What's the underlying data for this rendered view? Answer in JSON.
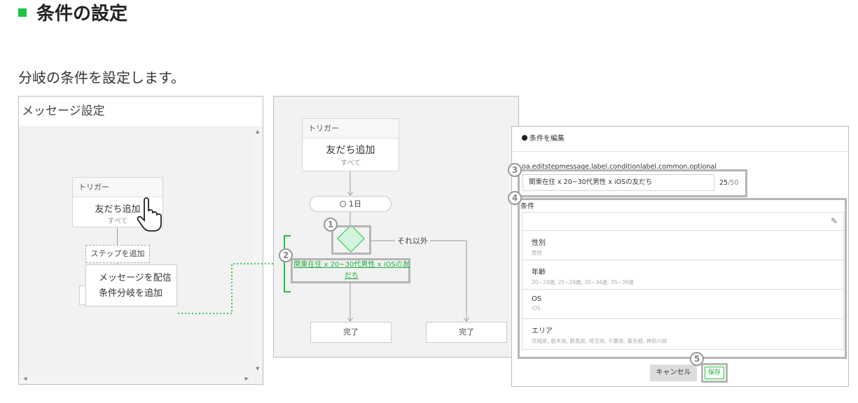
{
  "heading": {
    "title": "条件の設定",
    "accent": "#1cc443"
  },
  "lead": "分岐の条件を設定します。",
  "panel1": {
    "title": "メッセージ設定",
    "trigger": {
      "header": "トリガー",
      "main": "友だち追加",
      "sub": "すべて"
    },
    "add_step": "ステップを追加",
    "menu": [
      "メッセージを配信",
      "条件分岐を追加"
    ]
  },
  "panel2": {
    "trigger": {
      "header": "トリガー",
      "main": "友だち追加",
      "sub": "すべて"
    },
    "wait": "1日",
    "else_label": "それ以外",
    "branch_label": "関東在住 x 20~30代男性 x iOSの友だち",
    "done_left": "完了",
    "done_right": "完了"
  },
  "panel3": {
    "title": "条件を編集",
    "name_label": "oa.editstepmessage.label.conditionlabel.common.optional",
    "name_value": "関東在住 x 20~30代男性 x iOSの友だち",
    "count_current": "25",
    "count_max": "/50",
    "conditions_label": "条件",
    "conditions": [
      {
        "name": "性別",
        "value": "男性"
      },
      {
        "name": "年齢",
        "value": "20~24歳, 25~29歳, 30~34歳, 35~39歳"
      },
      {
        "name": "OS",
        "value": "iOS"
      },
      {
        "name": "エリア",
        "value": "茨城県, 栃木県, 群馬県, 埼玉県, 千葉県, 東京都, 神奈川県"
      }
    ],
    "cancel": "キャンセル",
    "save": "保存"
  },
  "callouts": [
    "1",
    "2",
    "3",
    "4",
    "5"
  ]
}
